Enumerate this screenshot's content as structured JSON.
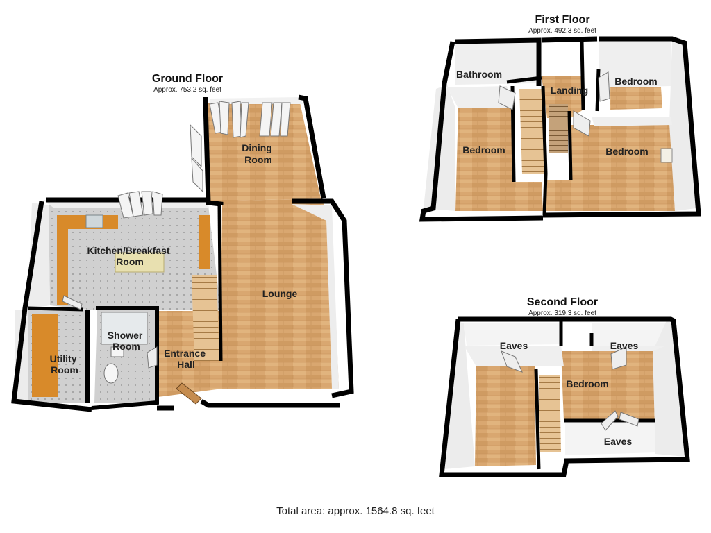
{
  "floors": {
    "ground": {
      "title": "Ground Floor",
      "area": "Approx. 753.2 sq. feet",
      "rooms": {
        "dining": [
          "Dining",
          "Room"
        ],
        "kitchen": [
          "Kitchen/Breakfast",
          "Room"
        ],
        "lounge": [
          "Lounge"
        ],
        "shower": [
          "Shower",
          "Room"
        ],
        "utility": [
          "Utility",
          "Room"
        ],
        "hall": [
          "Entrance",
          "Hall"
        ]
      }
    },
    "first": {
      "title": "First Floor",
      "area": "Approx. 492.3 sq. feet",
      "rooms": {
        "bathroom": [
          "Bathroom"
        ],
        "landing": [
          "Landing"
        ],
        "bedroom_tr": [
          "Bedroom"
        ],
        "bedroom_left": [
          "Bedroom"
        ],
        "bedroom_right": [
          "Bedroom"
        ]
      }
    },
    "second": {
      "title": "Second Floor",
      "area": "Approx. 319.3 sq. feet",
      "rooms": {
        "eaves_left": [
          "Eaves"
        ],
        "eaves_right": [
          "Eaves"
        ],
        "bedroom": [
          "Bedroom"
        ],
        "eaves_bottom": [
          "Eaves"
        ]
      }
    }
  },
  "total": "Total area: approx. 1564.8 sq. feet",
  "colors": {
    "wall": "#000000",
    "wood": "#d7a46c",
    "tile": "#c9c9c9",
    "counter": "#d98a2b",
    "wall_face": "#f2f2f2"
  }
}
